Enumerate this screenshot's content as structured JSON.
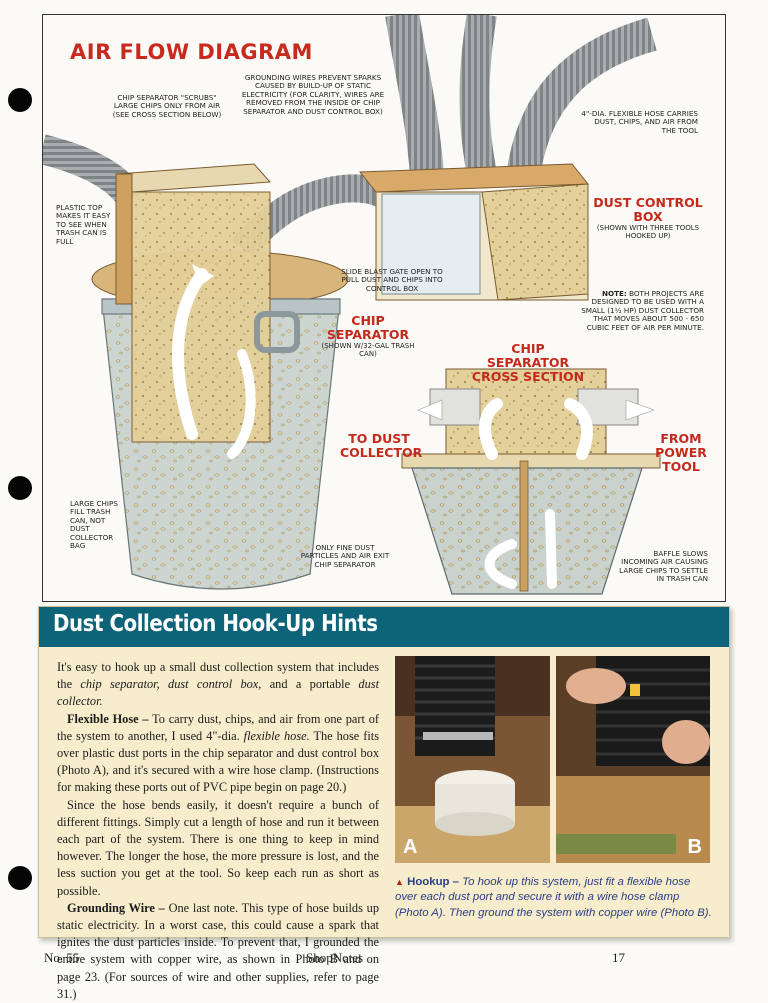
{
  "diagram": {
    "title": "AIR FLOW DIAGRAM",
    "callouts": {
      "chip_scrubs": "CHIP SEPARATOR \"SCRUBS\" LARGE CHIPS ONLY FROM AIR (SEE CROSS SECTION BELOW)",
      "grounding": "GROUNDING WIRES PREVENT SPARKS CAUSED BY BUILD-UP OF STATIC ELECTRICITY (FOR CLARITY, WIRES ARE REMOVED FROM THE INSIDE OF CHIP SEPARATOR AND DUST CONTROL BOX)",
      "hose": "4\"-DIA. FLEXIBLE HOSE CARRIES DUST, CHIPS, AND AIR FROM THE TOOL",
      "plastic_top": "PLASTIC TOP MAKES IT EASY TO SEE WHEN TRASH CAN IS FULL",
      "blast_gate": "SLIDE BLAST GATE OPEN TO PULL DUST AND CHIPS INTO CONTROL BOX",
      "dust_control_title": "DUST CONTROL BOX",
      "dust_control_sub": "(SHOWN WITH THREE TOOLS HOOKED UP)",
      "note_label": "NOTE:",
      "note_text": "BOTH PROJECTS ARE DESIGNED TO BE USED WITH A SMALL (1½ HP) DUST COLLECTOR THAT MOVES ABOUT 500 - 650 CUBIC FEET OF AIR PER MINUTE.",
      "chip_sep_title": "CHIP SEPARATOR",
      "chip_sep_sub": "(SHOWN w/32-GAL TRASH CAN)",
      "cross_section": "CHIP SEPARATOR CROSS SECTION",
      "to_dust": "TO DUST COLLECTOR",
      "from_power": "FROM POWER TOOL",
      "large_chips": "LARGE CHIPS FILL TRASH CAN, NOT DUST COLLECTOR BAG",
      "fine_dust": "ONLY FINE DUST PARTICLES AND AIR EXIT CHIP SEPARATOR",
      "baffle": "BAFFLE SLOWS INCOMING AIR CAUSING LARGE CHIPS TO SETTLE IN TRASH CAN"
    }
  },
  "sidebar": {
    "title": "Dust Collection Hook-Up Hints",
    "p1_a": "It's easy to hook up a small dust collection system that includes the ",
    "p1_b": "chip separator, dust control box,",
    "p1_c": " and a portable ",
    "p1_d": "dust collector.",
    "p2_head": "Flexible Hose –",
    "p2_a": " To carry dust, chips, and air from one part of the system to another, I used 4\"-dia. ",
    "p2_b": "flexible hose.",
    "p2_c": " The hose fits over plastic dust ports in the chip separator and dust control box (Photo A), and it's secured with a wire hose clamp. (Instructions for making these ports out of PVC pipe begin on page 20.)",
    "p3": "Since the hose bends easily, it doesn't require a bunch of different fittings. Simply cut a length of hose and run it between each part of the system. There is one thing to keep in mind however. The longer the hose, the more pressure is lost, and the less suction you get at the tool. So keep each run as short as possible.",
    "p4_head": "Grounding Wire –",
    "p4_a": " One last note. This type of hose builds up static electricity. In a worst case, this could cause a spark that ignites the dust particles inside. To prevent that, I grounded the entire system with copper wire, as shown in Photo B and on page 23. (For sources of wire and other supplies, refer to page 31.)",
    "photo_a_label": "A",
    "photo_b_label": "B",
    "caption_label": "Hookup –",
    "caption_text": " To hook up this system, just fit a flexible hose over each dust port and secure it with a wire hose clamp (Photo A). Then ground the system with copper wire (Photo B)."
  },
  "footer": {
    "issue": "No. 55",
    "magazine": "ShopNotes",
    "page": "17"
  }
}
